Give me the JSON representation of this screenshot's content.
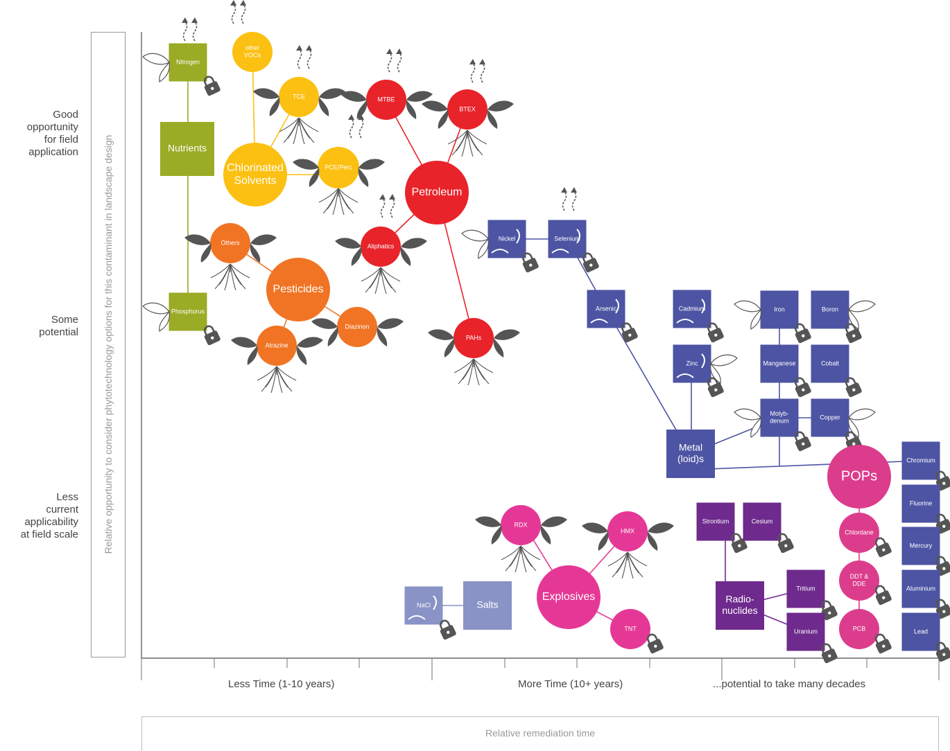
{
  "y_labels": {
    "good": [
      "Good",
      "opportunity",
      "for field",
      "application"
    ],
    "some": [
      "Some",
      "potential"
    ],
    "less": [
      "Less",
      "current",
      "applicability",
      "at field scale"
    ]
  },
  "y_axis_title": "Relative opportunity to consider phytotechnology options for this contaminant in landscape design",
  "x_labels": {
    "less_time": "Less Time (1-10 years)",
    "more_time": "More Time (10+ years)",
    "decades": "...potential to take many decades"
  },
  "x_axis_title": "Relative remediation time",
  "colors": {
    "nutrients": "#9aab25",
    "chlorinated": "#fcc012",
    "pesticides": "#f07424",
    "petroleum": "#e8232a",
    "metals": "#4d54a3",
    "salts": "#8a93c6",
    "explosives": "#e53896",
    "radionuclides": "#6e2a8c",
    "pops": "#dc3c8c",
    "icon": "#555555"
  },
  "groups": {
    "nutrients": {
      "label": "Nutrients",
      "items": [
        "Nitrogen",
        "Phosphorus"
      ]
    },
    "chlorinated": {
      "label": [
        "Chlorinated",
        "Solvents"
      ],
      "items": [
        [
          "other",
          "VOCs"
        ],
        "TCE",
        "PCE/Perc"
      ]
    },
    "petroleum": {
      "label": "Petroleum",
      "items": [
        "MTBE",
        "BTEX",
        "Aliphatics",
        "PAHs"
      ]
    },
    "pesticides": {
      "label": "Pesticides",
      "items": [
        "Others",
        "Atrazine",
        "Diazinon"
      ]
    },
    "metals": {
      "label": [
        "Metal",
        "(loid)s"
      ],
      "items": [
        "Nickel",
        "Selenium",
        "Arsenic",
        "Cadmium",
        "Zinc",
        "Iron",
        "Boron",
        "Manganese",
        "Cobalt",
        [
          "Molyb-",
          "denum"
        ],
        "Copper"
      ]
    },
    "pops": {
      "label": "POPs",
      "items": [
        "Chlordane",
        [
          "DDT &",
          "DDE"
        ],
        "PCB",
        "Chromium",
        "Fluorine",
        "Mercury",
        "Aluminium",
        "Lead"
      ]
    },
    "radionuclides": {
      "label": [
        "Radio-",
        "nuclides"
      ],
      "items": [
        "Strontium",
        "Cesium",
        "Tritium",
        "Uranium"
      ]
    },
    "explosives": {
      "label": "Explosives",
      "items": [
        "RDX",
        "HMX",
        "TNT"
      ]
    },
    "salts": {
      "label": "Salts",
      "items": [
        "NaCl"
      ]
    }
  }
}
